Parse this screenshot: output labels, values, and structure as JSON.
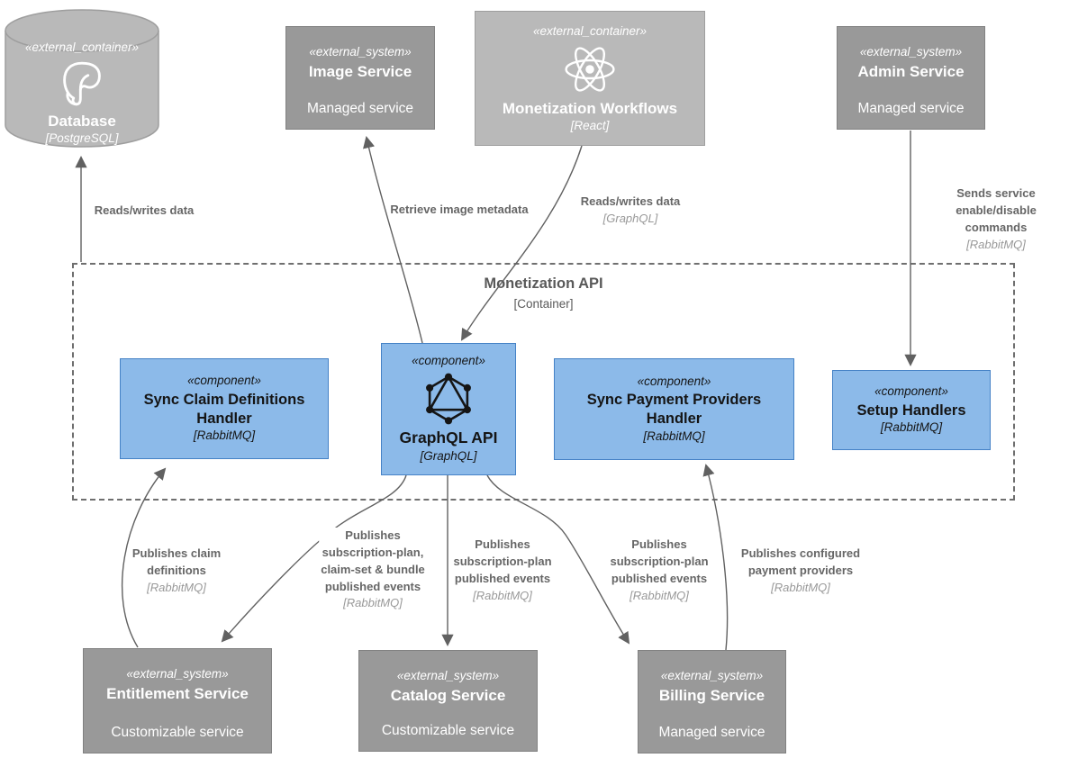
{
  "boundary": {
    "title": "Monetization API",
    "subtitle": "[Container]"
  },
  "colors": {
    "component_fill": "#8cbae9",
    "component_border": "#4582c6",
    "external_system_fill": "#999999",
    "external_container_fill": "#b9b9b9",
    "node_text": "#ffffff",
    "component_text": "#151515",
    "edge_line": "#616161",
    "edge_label": "#666666",
    "edge_tech_label": "#999999"
  },
  "nodes": {
    "database": {
      "stereotype": "«external_container»",
      "title": "Database",
      "tech": "[PostgreSQL]"
    },
    "image_service": {
      "stereotype": "«external_system»",
      "title": "Image Service",
      "desc": "Managed service"
    },
    "monetization_workflows": {
      "stereotype": "«external_container»",
      "title": "Monetization Workflows",
      "tech": "[React]"
    },
    "admin_service": {
      "stereotype": "«external_system»",
      "title": "Admin Service",
      "desc": "Managed service"
    },
    "sync_claim": {
      "stereotype": "«component»",
      "title": "Sync Claim Definitions Handler",
      "tech": "[RabbitMQ]"
    },
    "graphql_api": {
      "stereotype": "«component»",
      "title": "GraphQL API",
      "tech": "[GraphQL]"
    },
    "sync_payment": {
      "stereotype": "«component»",
      "title": "Sync Payment Providers Handler",
      "tech": "[RabbitMQ]"
    },
    "setup_handlers": {
      "stereotype": "«component»",
      "title": "Setup Handlers",
      "tech": "[RabbitMQ]"
    },
    "entitlement": {
      "stereotype": "«external_system»",
      "title": "Entitlement Service",
      "desc": "Customizable service"
    },
    "catalog": {
      "stereotype": "«external_system»",
      "title": "Catalog Service",
      "desc": "Customizable service"
    },
    "billing": {
      "stereotype": "«external_system»",
      "title": "Billing Service",
      "desc": "Managed service"
    }
  },
  "edges": {
    "reads_writes_db": {
      "label": "Reads/writes data"
    },
    "retrieve_image": {
      "label": "Retrieve image metadata"
    },
    "reads_writes_graphql": {
      "label": "Reads/writes data",
      "tech": "[GraphQL]"
    },
    "sends_service_commands": {
      "label": "Sends service\nenable/disable commands",
      "tech": "[RabbitMQ]"
    },
    "publishes_claim": {
      "label": "Publishes claim\ndefinitions",
      "tech": "[RabbitMQ]"
    },
    "publishes_bundle": {
      "label": "Publishes\nsubscription-plan,\nclaim-set & bundle\npublished events",
      "tech": "[RabbitMQ]"
    },
    "publishes_catalog": {
      "label": "Publishes\nsubscription-plan\npublished events",
      "tech": "[RabbitMQ]"
    },
    "publishes_billing": {
      "label": "Publishes\nsubscription-plan\npublished events",
      "tech": "[RabbitMQ]"
    },
    "publishes_payment": {
      "label": "Publishes configured\npayment providers",
      "tech": "[RabbitMQ]"
    }
  }
}
